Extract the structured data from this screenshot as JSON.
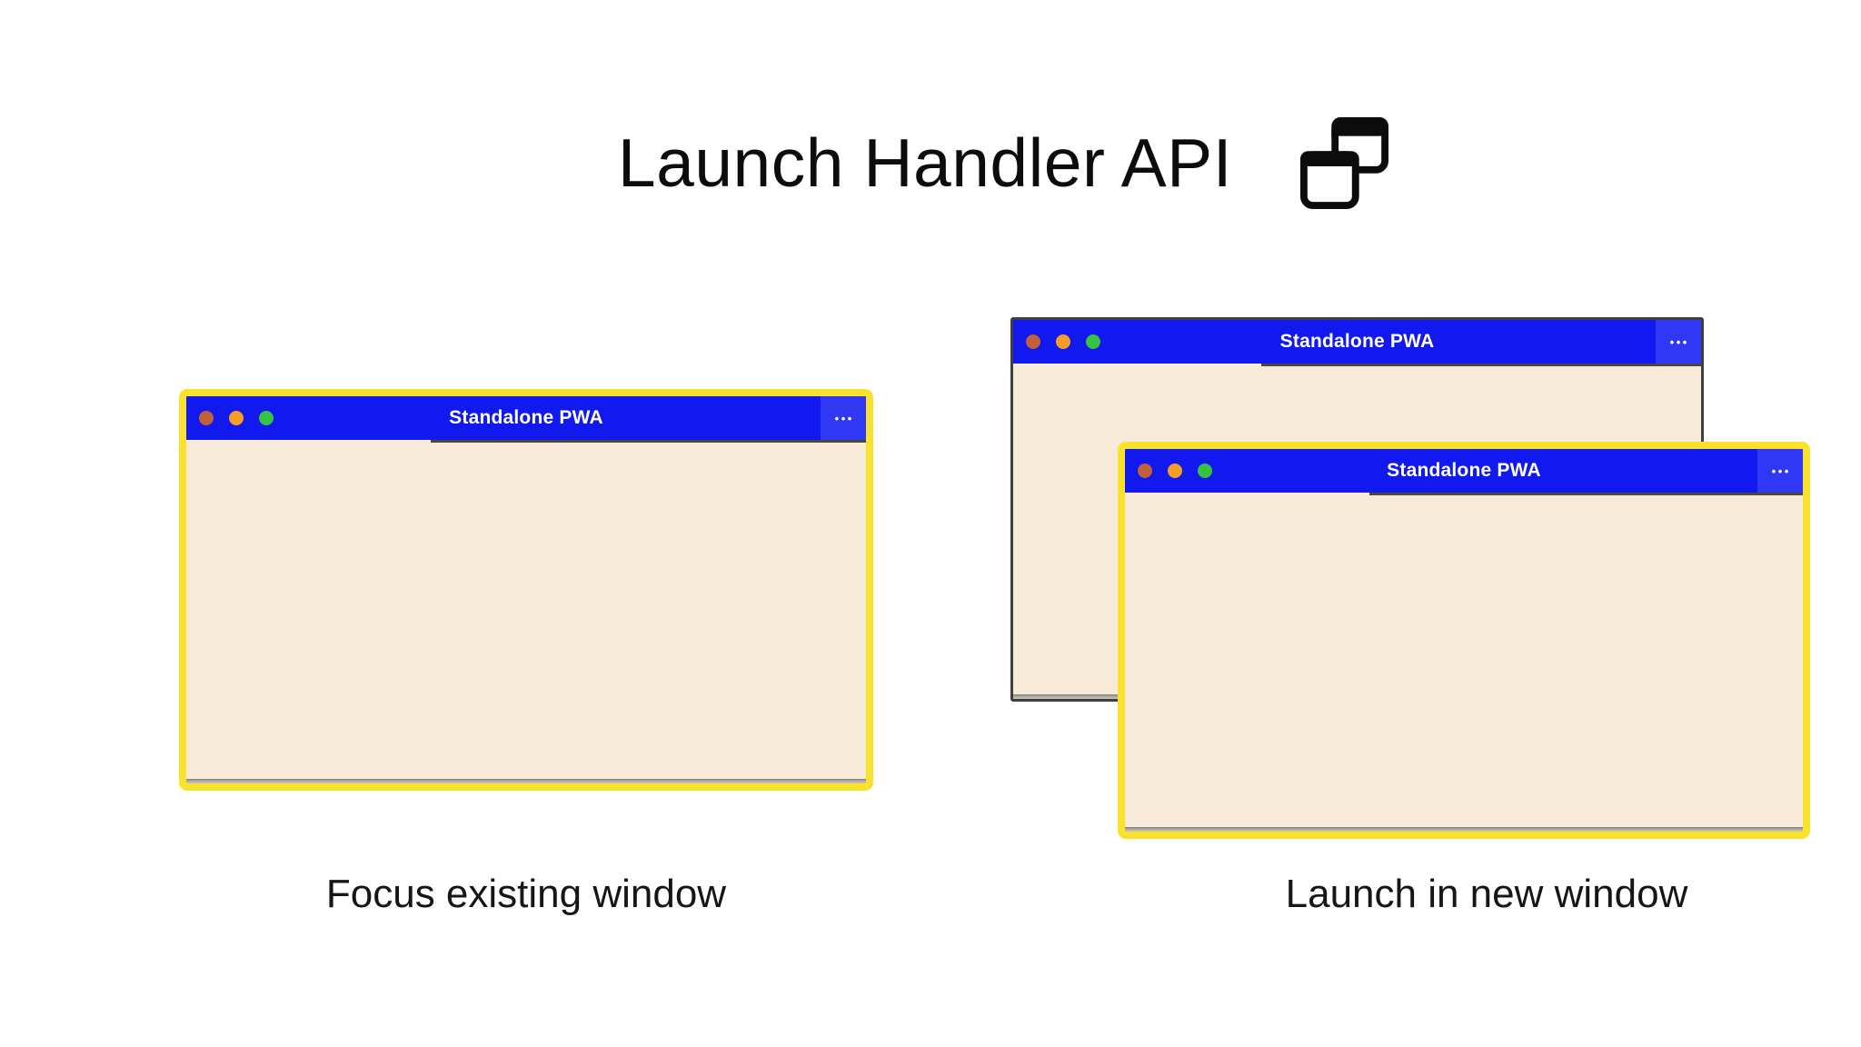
{
  "header": {
    "title": "Launch Handler API",
    "icon": "overlapping-windows-icon"
  },
  "window": {
    "title": "Standalone PWA",
    "menu_label": "•••"
  },
  "captions": {
    "left": "Focus existing window",
    "right": "Launch in new window"
  },
  "colors": {
    "titlebar_blue": "#1119ee",
    "menu_button_blue": "#3138f3",
    "window_body": "#f8ead8",
    "highlight_yellow": "#f8e22e",
    "back_window_border": "#3f3f3f",
    "dot_red": "#c2603c",
    "dot_orange": "#f69d27",
    "dot_green": "#34c440",
    "title_text": "#0c0c0c",
    "caption_text": "#161616",
    "titlebar_text": "#ffffff"
  }
}
